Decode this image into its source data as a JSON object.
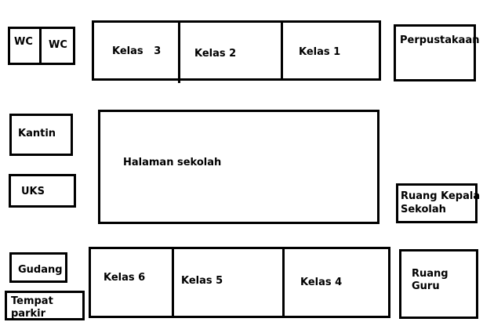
{
  "rooms": {
    "wc_left": "WC",
    "wc_right": "WC",
    "kelas_3": "Kelas   3",
    "kelas_2": "Kelas 2",
    "kelas_1": "Kelas 1",
    "perpustakaan": "Perpustakaan",
    "kantin": "Kantin",
    "halaman": "Halaman sekolah",
    "uks": "UKS",
    "ruang_kepala_line1": "Ruang Kepala",
    "ruang_kepala_line2": "Sekolah",
    "gudang": "Gudang",
    "kelas_6": "Kelas 6",
    "kelas_5": "Kelas 5",
    "kelas_4": "Kelas 4",
    "ruang_guru_line1": "Ruang",
    "ruang_guru_line2": "Guru",
    "tempat_parkir_line1": "Tempat",
    "tempat_parkir_line2": "parkir"
  }
}
